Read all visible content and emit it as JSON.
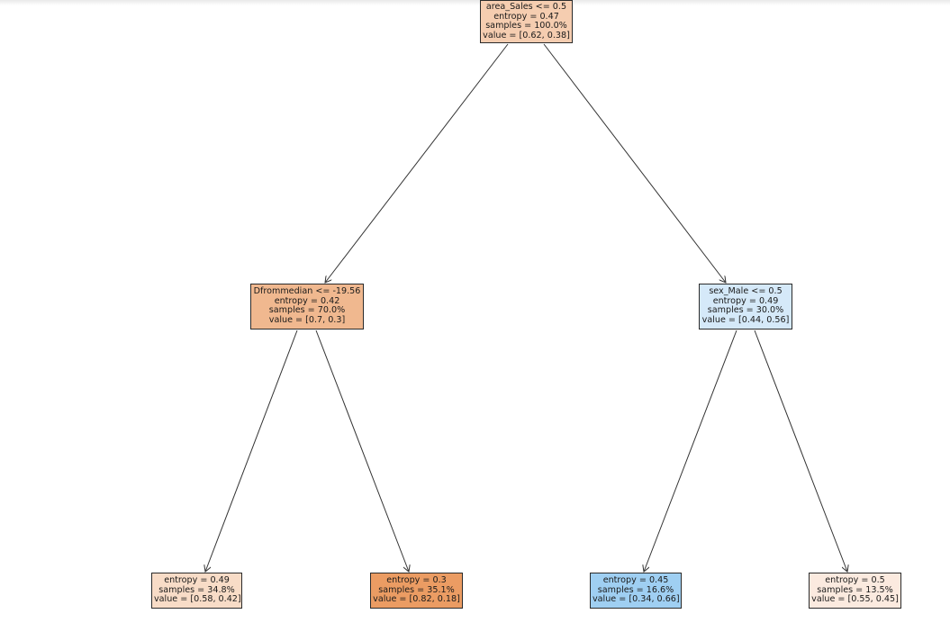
{
  "tree": {
    "root": {
      "split": "area_Sales <= 0.5",
      "entropy": "entropy = 0.47",
      "samples": "samples = 100.0%",
      "value": "value = [0.62, 0.38]",
      "color": "#f5cdb0"
    },
    "left": {
      "split": "Dfrommedian <= -19.56",
      "entropy": "entropy = 0.42",
      "samples": "samples = 70.0%",
      "value": "value = [0.7, 0.3]",
      "color": "#f0b88f"
    },
    "right": {
      "split": "sex_Male <= 0.5",
      "entropy": "entropy = 0.49",
      "samples": "samples = 30.0%",
      "value": "value = [0.44, 0.56]",
      "color": "#d5e9f9"
    },
    "leaves": [
      {
        "entropy": "entropy = 0.49",
        "samples": "samples = 34.8%",
        "value": "value = [0.58, 0.42]",
        "color": "#f8dcc7"
      },
      {
        "entropy": "entropy = 0.3",
        "samples": "samples = 35.1%",
        "value": "value = [0.82, 0.18]",
        "color": "#eb9c63"
      },
      {
        "entropy": "entropy = 0.45",
        "samples": "samples = 16.6%",
        "value": "value = [0.34, 0.66]",
        "color": "#9fcff2"
      },
      {
        "entropy": "entropy = 0.5",
        "samples": "samples = 13.5%",
        "value": "value = [0.55, 0.45]",
        "color": "#fbeadf"
      }
    ]
  }
}
